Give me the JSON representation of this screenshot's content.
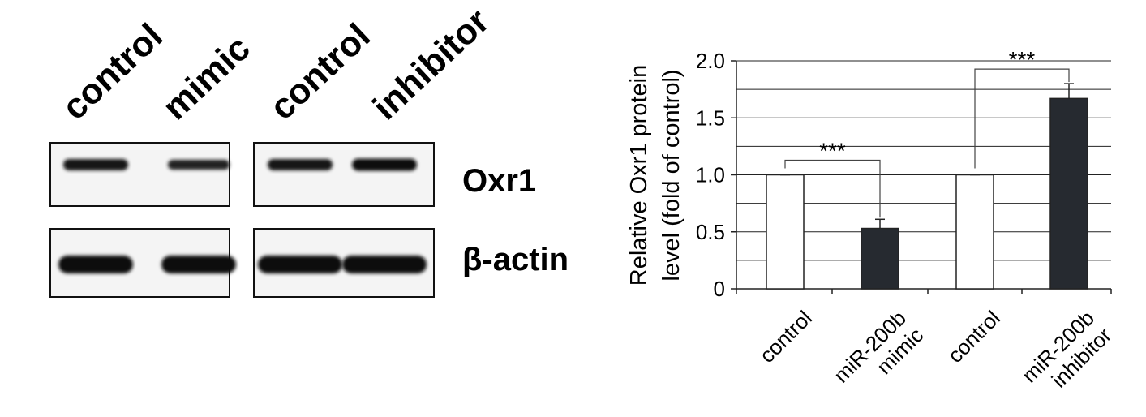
{
  "blot": {
    "lanes": [
      "control",
      "mimic",
      "control",
      "inhibitor"
    ],
    "rows": [
      {
        "label": "Oxr1",
        "intensity": [
          0.85,
          0.6,
          0.85,
          1.0
        ]
      },
      {
        "label": "β-actin",
        "intensity": [
          1.0,
          1.0,
          1.0,
          1.0
        ]
      }
    ]
  },
  "chart_data": {
    "type": "bar",
    "categories": [
      "control",
      "miR-200b mimic",
      "control",
      "miR-200b inhibitor"
    ],
    "category_lines": [
      [
        "control"
      ],
      [
        "miR-200b",
        "mimic"
      ],
      [
        "control"
      ],
      [
        "miR-200b",
        "inhibitor"
      ]
    ],
    "values": [
      1.0,
      0.53,
      1.0,
      1.67
    ],
    "errors": [
      0.0,
      0.08,
      0.0,
      0.13
    ],
    "bar_colors": [
      "#ffffff",
      "#262a30",
      "#ffffff",
      "#262a30"
    ],
    "ylabel_lines": [
      "Relative Oxr1 protein",
      "level (fold of control)"
    ],
    "ylim": [
      0,
      2.0
    ],
    "yticks": [
      "0",
      "0.5",
      "1.0",
      "1.5",
      "2.0"
    ],
    "ytick_values": [
      0,
      0.5,
      1.0,
      1.5,
      2.0
    ],
    "grid_values": [
      0.25,
      0.5,
      0.75,
      1.0,
      1.25,
      1.5,
      1.75,
      2.0
    ],
    "grid": true,
    "significance": [
      {
        "pair": [
          0,
          1
        ],
        "label": "***"
      },
      {
        "pair": [
          2,
          3
        ],
        "label": "***"
      }
    ]
  }
}
